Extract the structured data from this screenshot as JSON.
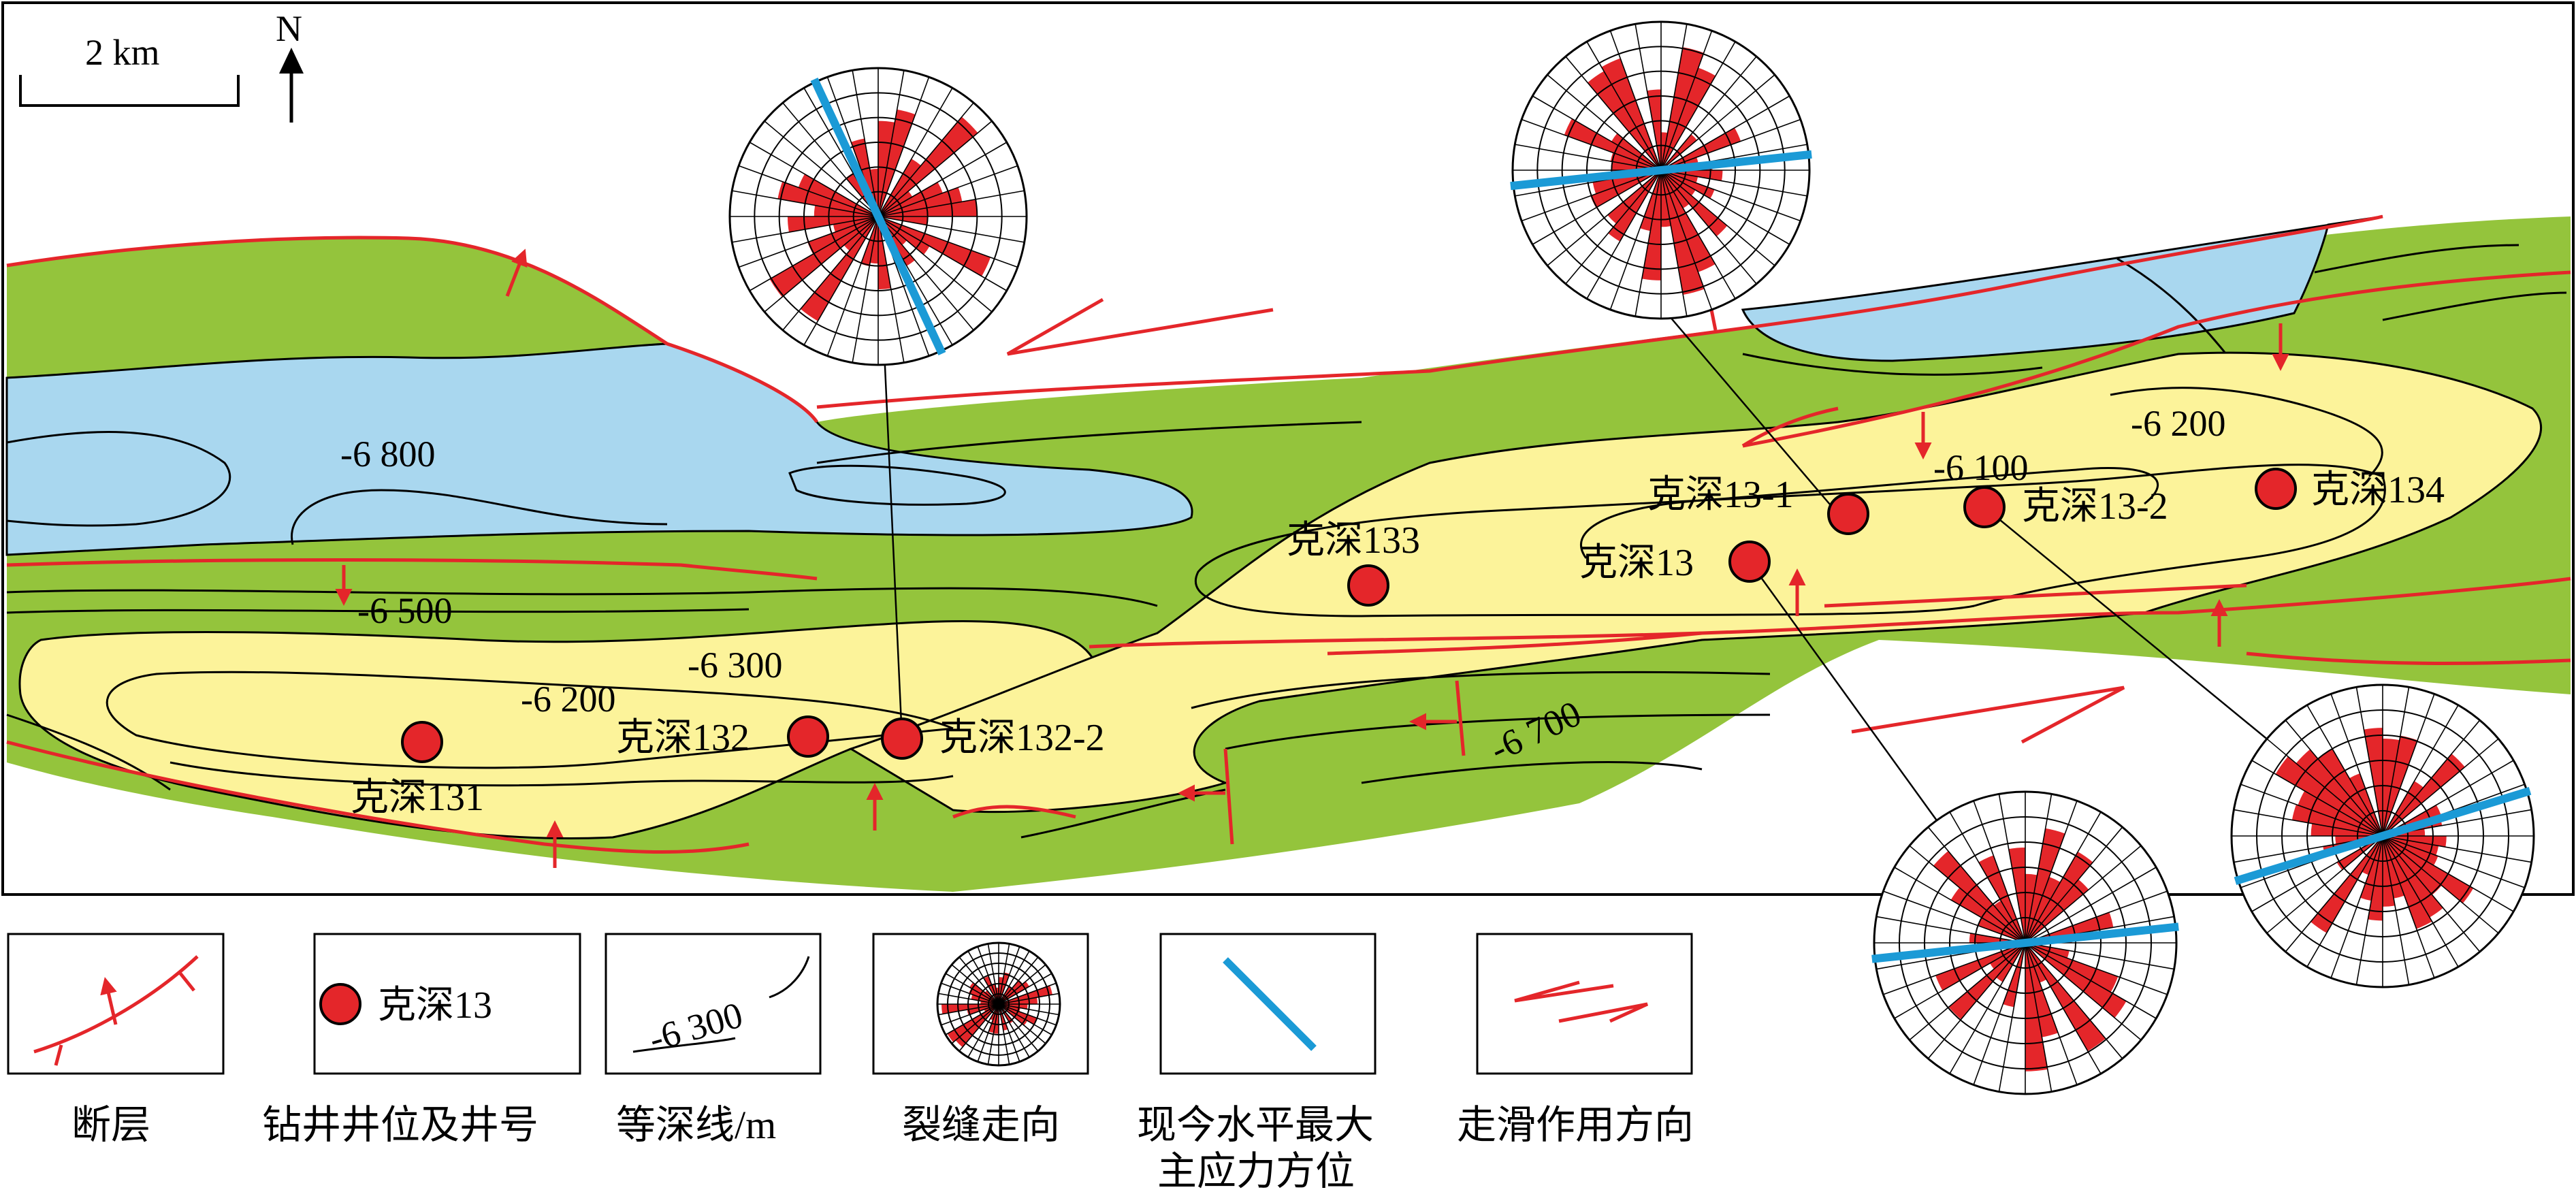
{
  "scale_bar": {
    "label": "2 km"
  },
  "north_arrow": {
    "label": "N"
  },
  "colors": {
    "fault": "#e4262a",
    "well": "#e4262a",
    "stress": "#1b9ad6",
    "deep_zone": "#a9d7ef",
    "mid_zone": "#94c43c",
    "high_zone": "#fcf39a"
  },
  "contours": [
    {
      "label": "-6 800"
    },
    {
      "label": "-6 500"
    },
    {
      "label": "-6 300"
    },
    {
      "label": "-6 200"
    },
    {
      "label": "-6 700"
    },
    {
      "label": "-6 100"
    },
    {
      "label": "-6 200"
    }
  ],
  "wells": [
    {
      "name": "克深131"
    },
    {
      "name": "克深132"
    },
    {
      "name": "克深132-2"
    },
    {
      "name": "克深133"
    },
    {
      "name": "克深13"
    },
    {
      "name": "克深13-1"
    },
    {
      "name": "克深13-2"
    },
    {
      "name": "克深134"
    }
  ],
  "rose_diagrams": [
    {
      "well": "克深132-2",
      "stress_azimuth_deg": 155
    },
    {
      "well": "克深13-1",
      "stress_azimuth_deg": 84
    },
    {
      "well": "克深13",
      "stress_azimuth_deg": 84
    },
    {
      "well": "克深13-2",
      "stress_azimuth_deg": 73
    }
  ],
  "legend": {
    "fault": {
      "label": "断层"
    },
    "well": {
      "sample": "克深13",
      "label": "钻井井位及井号"
    },
    "contour": {
      "sample": "-6 300",
      "label": "等深线/m"
    },
    "rose": {
      "label": "裂缝走向"
    },
    "stress": {
      "label_line1": "现今水平最大",
      "label_line2": "主应力方位"
    },
    "strike_slip": {
      "label": "走滑作用方向"
    }
  }
}
